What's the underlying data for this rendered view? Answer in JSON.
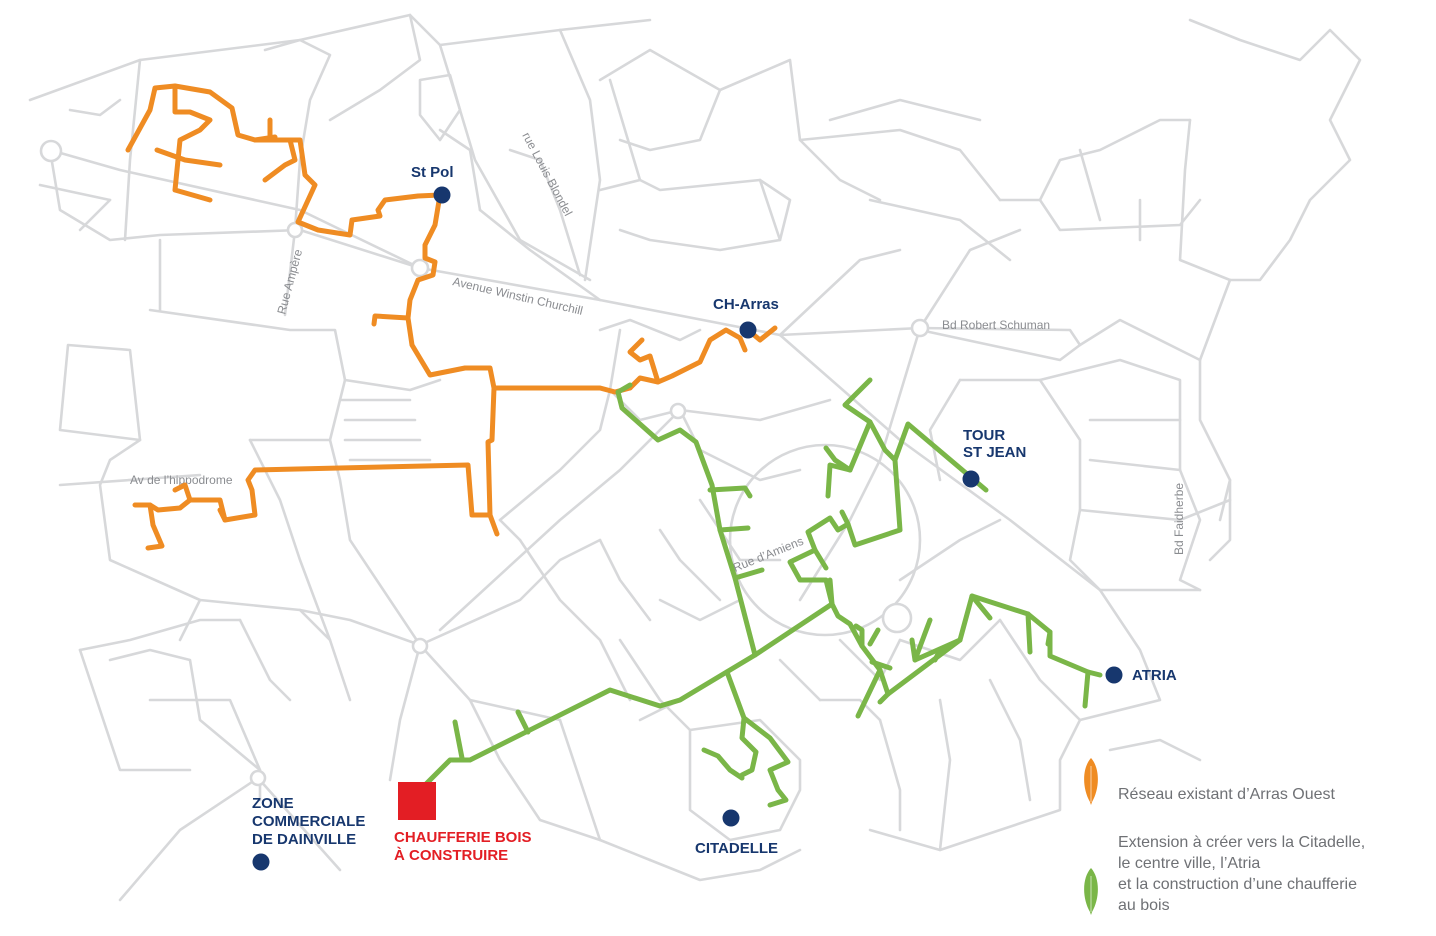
{
  "streets": {
    "rue_louis_blondel": "rue Louis Blondel",
    "avenue_winston_churchill": "Avenue Winstin Churchill",
    "rue_ampere": "Rue Ampère",
    "bd_robert_schuman": "Bd Robert Schuman",
    "av_hippodrome": "Av de l’hippodrome",
    "rue_amiens": "Rue d’Amiens",
    "bd_faidherbe": "Bd Faidherbe"
  },
  "places": {
    "st_pol": "St Pol",
    "ch_arras": "CH-Arras",
    "tour_st_jean": [
      "TOUR",
      "ST JEAN"
    ],
    "atria": "ATRIA",
    "citadelle": "CITADELLE",
    "zone_commerciale": [
      "ZONE",
      "COMMERCIALE",
      "DE DAINVILLE"
    ],
    "chaufferie": [
      "CHAUFFERIE BOIS",
      "À CONSTRUIRE"
    ]
  },
  "legend": {
    "existing": {
      "text": "Réseau existant d’Arras Ouest",
      "color": "#ef8c23",
      "icon": "leaf-icon"
    },
    "extension": {
      "lines": [
        "Extension à créer vers la Citadelle,",
        "le centre ville, l’Atria",
        "et la construction d’une chaufferie",
        "au bois"
      ],
      "color": "#7ab648",
      "icon": "leaf-icon"
    }
  },
  "colors": {
    "poi_marker": "#17376e",
    "chaufferie_marker": "#e31e24",
    "streets": "#d7d8da"
  }
}
